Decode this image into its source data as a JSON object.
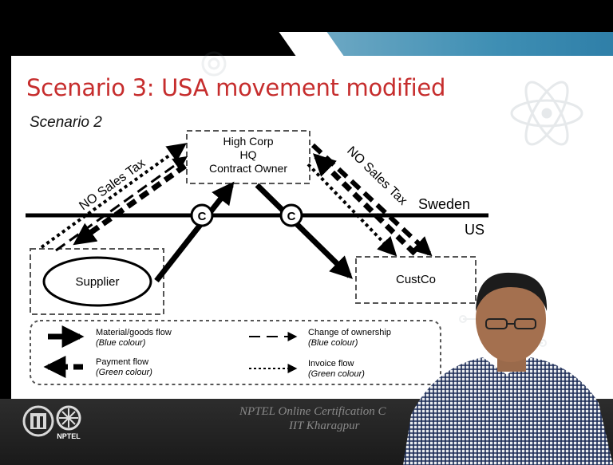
{
  "slide": {
    "title": "Scenario 3: USA movement modified",
    "subtitle": "Scenario 2"
  },
  "diagram": {
    "hq_box": [
      "High Corp",
      "HQ",
      "Contract Owner"
    ],
    "supplier": "Supplier",
    "custco": "CustCo",
    "sweden_label": "Sweden",
    "us_label": "US",
    "no_sales_tax_left": "NO Sales Tax",
    "no_sales_tax_right": "NO Sales Tax",
    "customs_marker": "C"
  },
  "legend": {
    "material_title": "Material/goods flow",
    "material_sub": "(Blue colour)",
    "payment_title": "Payment flow",
    "payment_sub": "(Green colour)",
    "ownership_title": "Change of ownership",
    "ownership_sub": "(Blue colour)",
    "invoice_title": "Invoice flow",
    "invoice_sub": "(Green colour)"
  },
  "footer": {
    "logo_label": "NPTEL",
    "watermark_line1": "NPTEL Online Certification C",
    "watermark_line2": "IIT Kharagpur"
  },
  "colors": {
    "title": "#c62d2d",
    "header_blue": "#3f8fb4",
    "footer_bg": "#262626"
  }
}
